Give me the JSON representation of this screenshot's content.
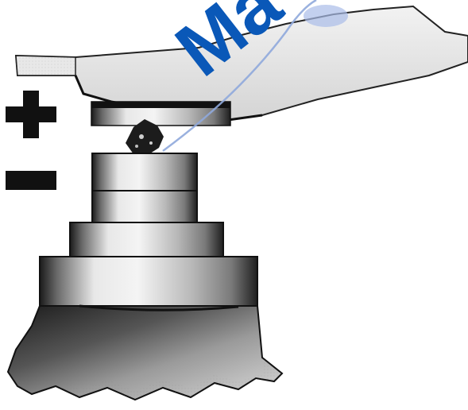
{
  "watermark": {
    "text": "Ma",
    "color": "#0a58b8",
    "swoosh_color": "#8fa8dc"
  },
  "signs": [
    {
      "name": "plus-sign",
      "symbol": "+"
    },
    {
      "name": "minus-sign",
      "symbol": "−"
    }
  ],
  "colors": {
    "ink": "#111111",
    "paper": "#ffffff",
    "metal_light": "#e6e6e6",
    "metal_mid": "#9a9a9a",
    "metal_dark": "#2a2a2a"
  }
}
